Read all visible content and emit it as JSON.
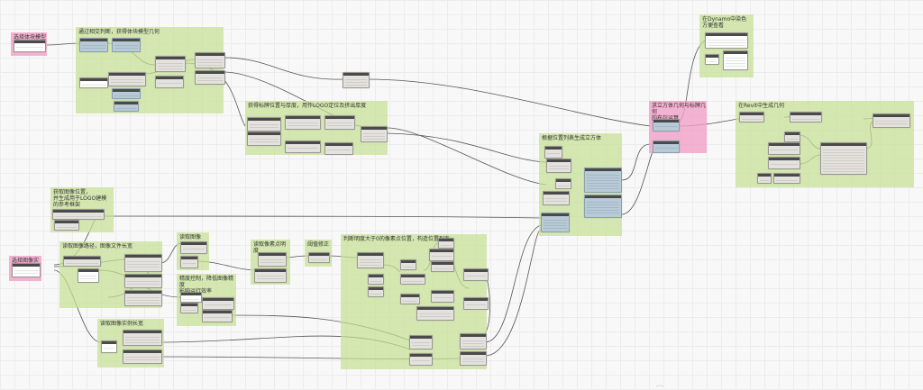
{
  "colors": {
    "canvas": "#f8f8f8",
    "group_green": "#c8e096",
    "group_pink": "#f3a0c8",
    "wire": "#555555",
    "node": "#e4e2de",
    "node_header": "#4a4a4a"
  },
  "groups": {
    "select_cover": "选择体块模型",
    "filter_geometry": "通过相交判断，获得体块模型几何",
    "plate_position": "获得标牌位置与厚度，用作LOGO定位及挤出厚度",
    "select_image_instance": "选择图像实例",
    "image_position": "获取图像位置，\n并生成用于LOGO建模\n的参考框架",
    "read_image_path": "读取图像路径，图像文件长宽",
    "read_image": "读取图像",
    "read_pixel_brightness": "读取像素点明度",
    "precision": "精度控制，降低图像精度\n影响运行效率",
    "threshold": "阈值修正",
    "read_image_width": "读取图像实例长宽",
    "judge_brightness": "判断明度大于0的像素点位置，构造位置列表",
    "build_cubes": "根据位置列表生成立方体",
    "solid_boolean": "求立方体几何与标牌几何\n的布尔运算",
    "dynamo_color": "在Dynamo中染色\n方便查看",
    "revit_geometry": "在Revit中生成几何"
  }
}
